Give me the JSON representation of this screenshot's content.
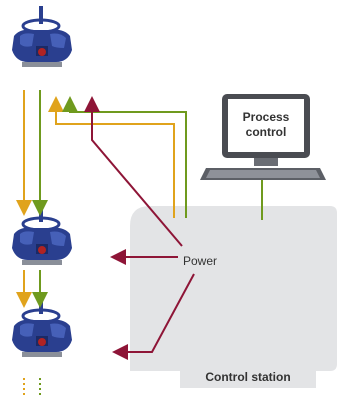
{
  "labels": {
    "process_control_line1": "Process",
    "process_control_line2": "control",
    "power": "Power",
    "control_station": "Control station"
  },
  "colors": {
    "yellow": "#e0a31c",
    "green": "#6f9a1e",
    "maroon": "#8e1537",
    "station_bg": "#e3e4e6",
    "actuator_blue": "#2a3f8f"
  },
  "icons": [
    "valve-actuator-icon",
    "computer-icon"
  ]
}
